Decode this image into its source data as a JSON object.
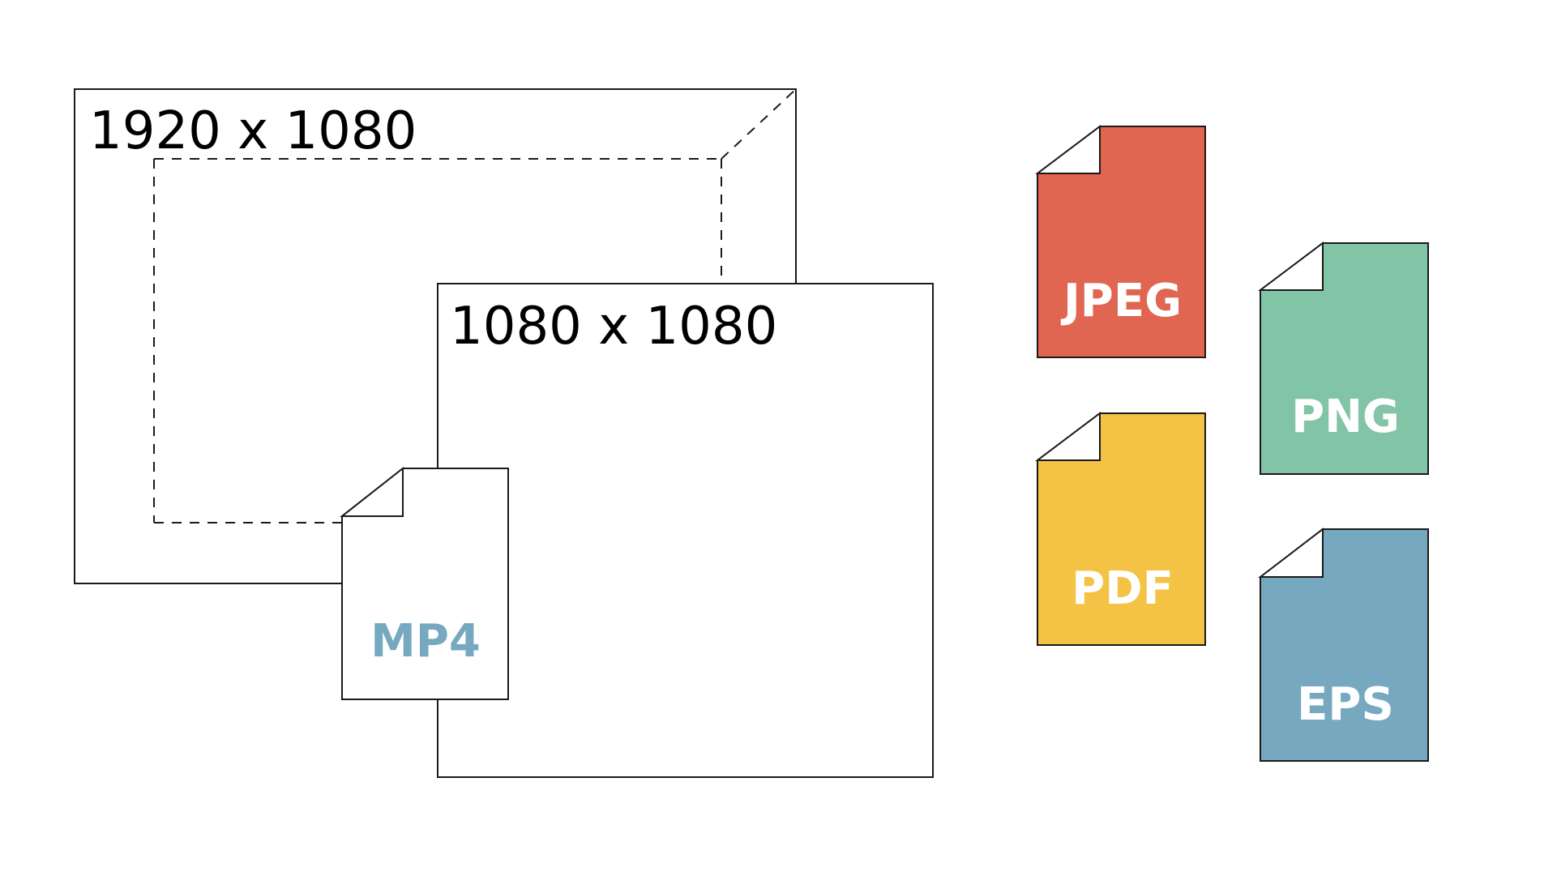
{
  "frames": {
    "landscape_label": "1920 x 1080",
    "square_label": "1080 x 1080"
  },
  "files": {
    "mp4": {
      "label": "MP4",
      "fill": "#ffffff",
      "text_color": "#76a8bf"
    },
    "jpeg": {
      "label": "JPEG",
      "fill": "#e06651",
      "text_color": "#ffffff"
    },
    "png": {
      "label": "PNG",
      "fill": "#82c4a6",
      "text_color": "#ffffff"
    },
    "pdf": {
      "label": "PDF",
      "fill": "#f4c244",
      "text_color": "#ffffff"
    },
    "eps": {
      "label": "EPS",
      "fill": "#76a8bf",
      "text_color": "#ffffff"
    }
  },
  "stroke_color": "#1a1a1a",
  "background_color": "#ffffff"
}
